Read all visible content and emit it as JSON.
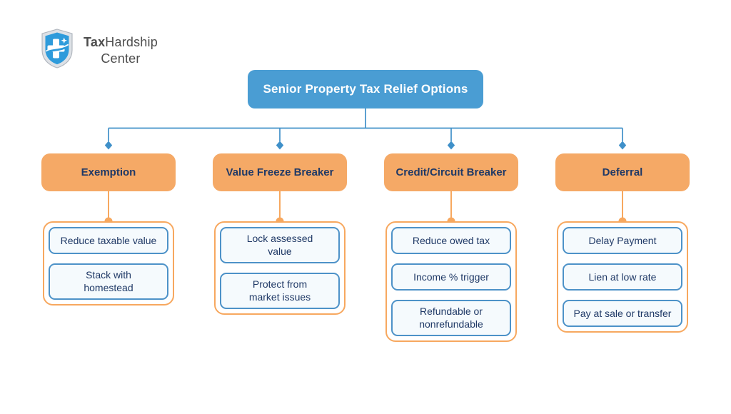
{
  "brand": {
    "name_bold": "Tax",
    "name_regular": "Hardship",
    "name_line2": "Center"
  },
  "diagram": {
    "root": {
      "label": "Senior Property Tax Relief Options"
    },
    "branches": [
      {
        "label": "Exemption",
        "items": [
          "Reduce taxable value",
          "Stack with\nhomestead"
        ]
      },
      {
        "label": "Value Freeze Breaker",
        "items": [
          "Lock assessed\nvalue",
          "Protect from\nmarket issues"
        ]
      },
      {
        "label": "Credit/Circuit Breaker",
        "items": [
          "Reduce owed tax",
          "Income % trigger",
          "Refundable or\nnonrefundable"
        ]
      },
      {
        "label": "Deferral",
        "items": [
          "Delay Payment",
          "Lien at low rate",
          "Pay at sale or transfer"
        ]
      }
    ]
  },
  "icons": {
    "logo": "shield-cross-icon",
    "branch_junction": "diamond-connector-icon",
    "leaf_junction": "dot-connector-icon"
  },
  "colors": {
    "root_bg": "#4A9DD3",
    "root_text": "#FFFFFF",
    "branch_bg": "#F5A966",
    "connector_blue": "#3F90C9",
    "connector_orange": "#F7A85F",
    "leaf_border": "#4D92C8",
    "leaf_bg": "#F5FAFD",
    "text_navy": "#1F3966",
    "logo_shield_blue": "#2E9BDB",
    "logo_text_gray": "#4D4D4D"
  }
}
